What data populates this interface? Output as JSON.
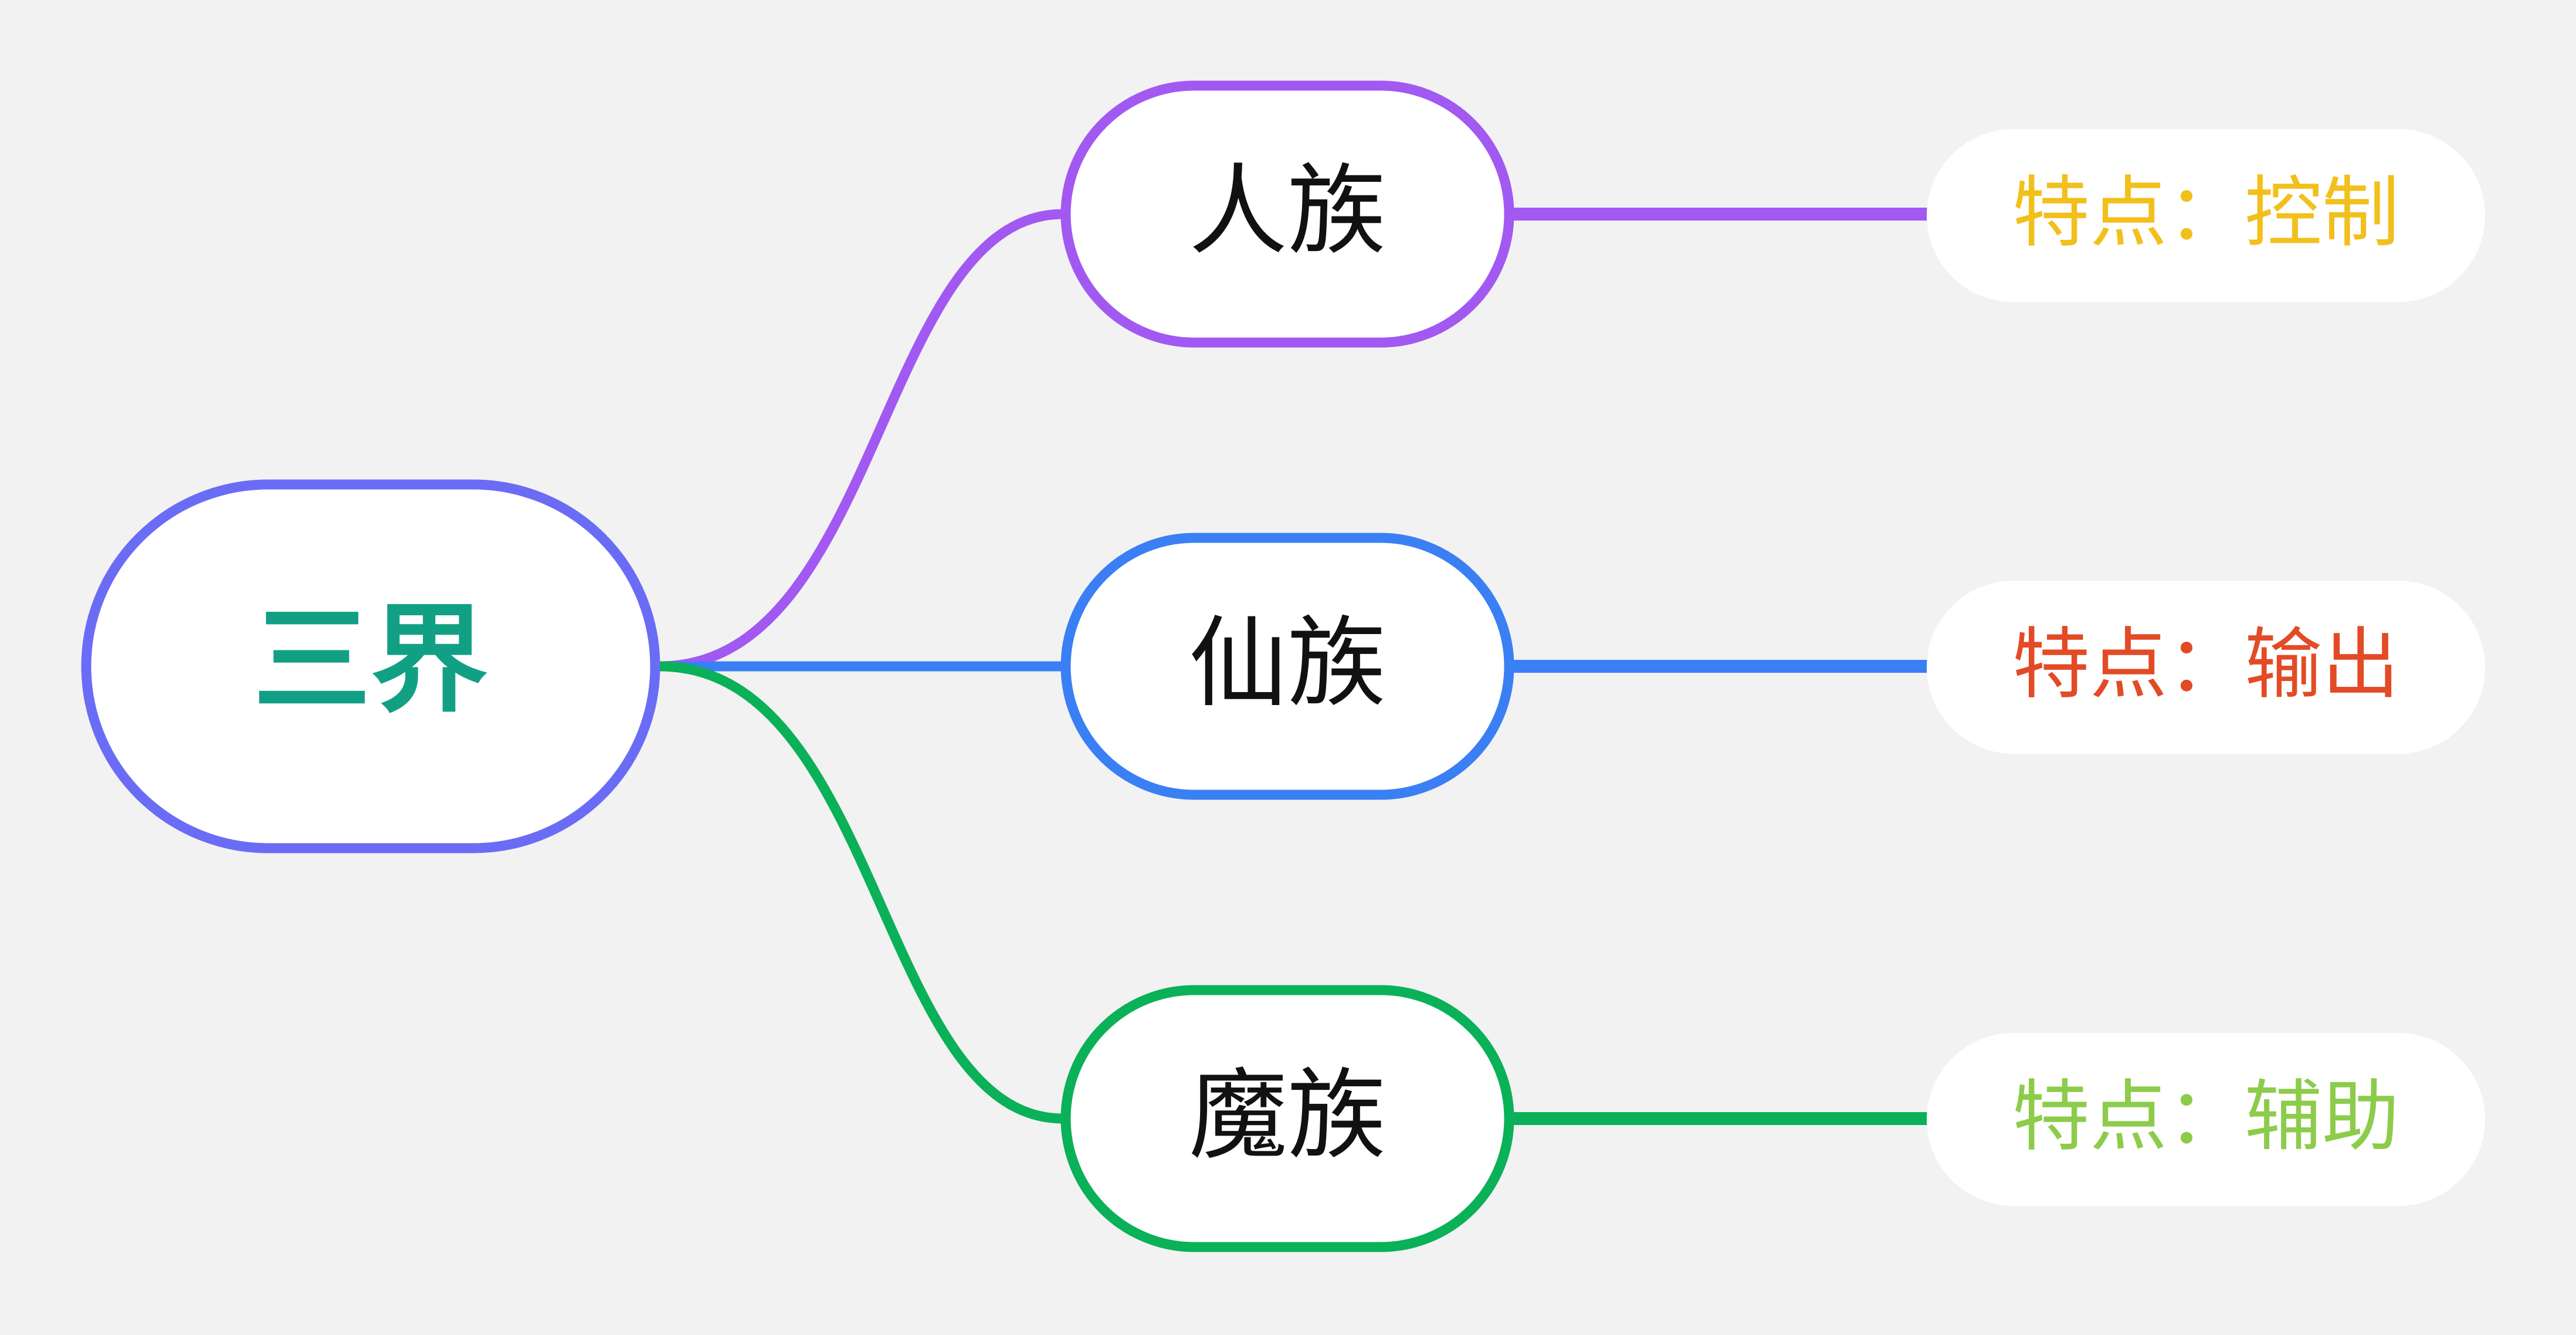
{
  "mindmap": {
    "root": {
      "label": "三界",
      "border_color": "#6b6cf5",
      "text_color": "#12a085"
    },
    "branches": [
      {
        "label": "人族",
        "color": "#a259f2",
        "detail": {
          "label": "特点：控制",
          "text_color": "#f2c01c"
        }
      },
      {
        "label": "仙族",
        "color": "#3b7ff5",
        "detail": {
          "label": "特点：输出",
          "text_color": "#e24b26"
        }
      },
      {
        "label": "魔族",
        "color": "#0ab158",
        "detail": {
          "label": "特点：辅助",
          "text_color": "#8ccc4a"
        }
      }
    ]
  }
}
